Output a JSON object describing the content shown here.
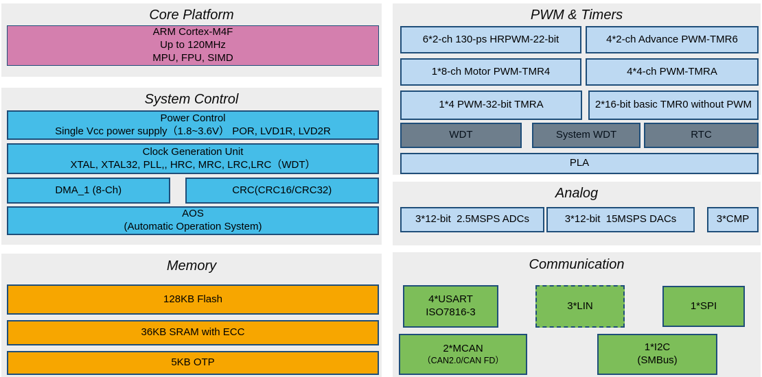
{
  "colors": {
    "panel-bg": "#ededed",
    "border": "#1f4e79",
    "pink": "#d47fae",
    "cyan": "#45bde8",
    "light-blue": "#bdd9f2",
    "slate": "#6e7e8c",
    "orange": "#f7a600",
    "green": "#7dbe59"
  },
  "sections": {
    "core_platform": {
      "title": "Core Platform",
      "cpu": {
        "line1": "ARM Cortex-M4F",
        "line2": "Up to 120MHz",
        "line3": "MPU, FPU, SIMD"
      }
    },
    "system_control": {
      "title": "System Control",
      "power": {
        "line1": "Power Control",
        "line2": "Single Vcc power supply（1.8~3.6V） POR, LVD1R, LVD2R"
      },
      "clock": {
        "line1": "Clock Generation Unit",
        "line2": "XTAL, XTAL32, PLL,, HRC, MRC, LRC,LRC（WDT）"
      },
      "dma": "DMA_1 (8-Ch)",
      "crc": "CRC(CRC16/CRC32)",
      "aos": {
        "line1": "AOS",
        "line2": "(Automatic Operation System)"
      }
    },
    "memory": {
      "title": "Memory",
      "flash": "128KB Flash",
      "sram": "36KB SRAM with ECC",
      "otp": "5KB OTP"
    },
    "pwm_timers": {
      "title": "PWM & Timers",
      "hrpwm": "6*2-ch 130-ps HRPWM-22-bit",
      "tmr6": "4*2-ch Advance PWM-TMR6",
      "tmr4": "1*8-ch Motor PWM-TMR4",
      "tmra_4ch": "4*4-ch PWM-TMRA",
      "tmra_32bit": "1*4 PWM-32-bit TMRA",
      "tmr0": "2*16-bit basic TMR0 without PWM",
      "wdt": "WDT",
      "system_wdt": "System WDT",
      "rtc": "RTC",
      "pla": "PLA"
    },
    "analog": {
      "title": "Analog",
      "adc": "3*12-bit  2.5MSPS ADCs",
      "dac": "3*12-bit  15MSPS DACs",
      "cmp": "3*CMP"
    },
    "communication": {
      "title": "Communication",
      "usart": {
        "line1": "4*USART",
        "line2": "ISO7816-3"
      },
      "lin": "3*LIN",
      "spi": "1*SPI",
      "mcan": {
        "line1": "2*MCAN",
        "line2": "（CAN2.0/CAN FD）"
      },
      "i2c": {
        "line1": "1*I2C",
        "line2": "(SMBus)"
      }
    }
  }
}
